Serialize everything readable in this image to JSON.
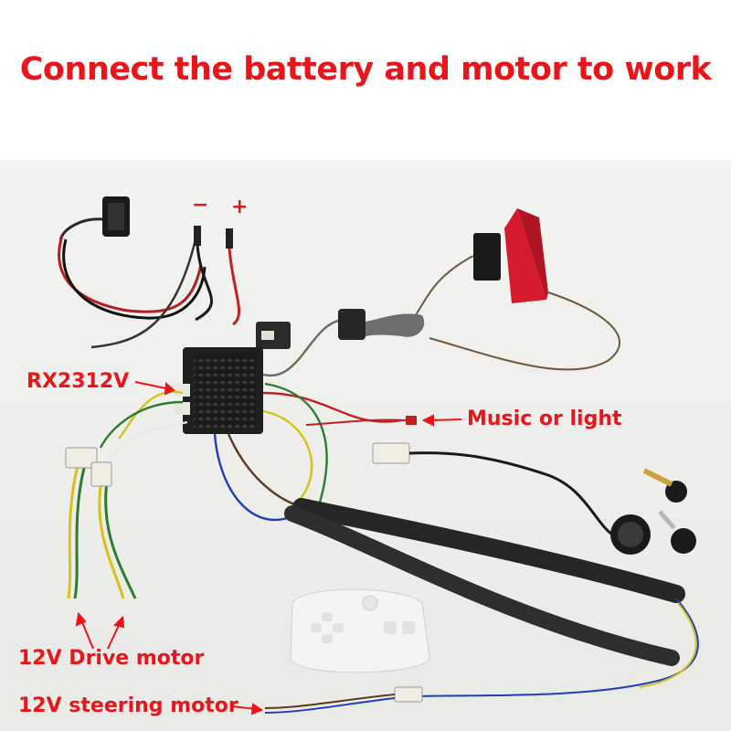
{
  "title": "Connect the battery and motor to work",
  "labels": {
    "minus": "−",
    "plus": "+",
    "controller": "RX2312V",
    "music": "Music or light",
    "drive": "12V Drive motor",
    "steering": "12V steering motor"
  },
  "colors": {
    "label_red": "#e8151b",
    "background": "#f1f1ef"
  }
}
